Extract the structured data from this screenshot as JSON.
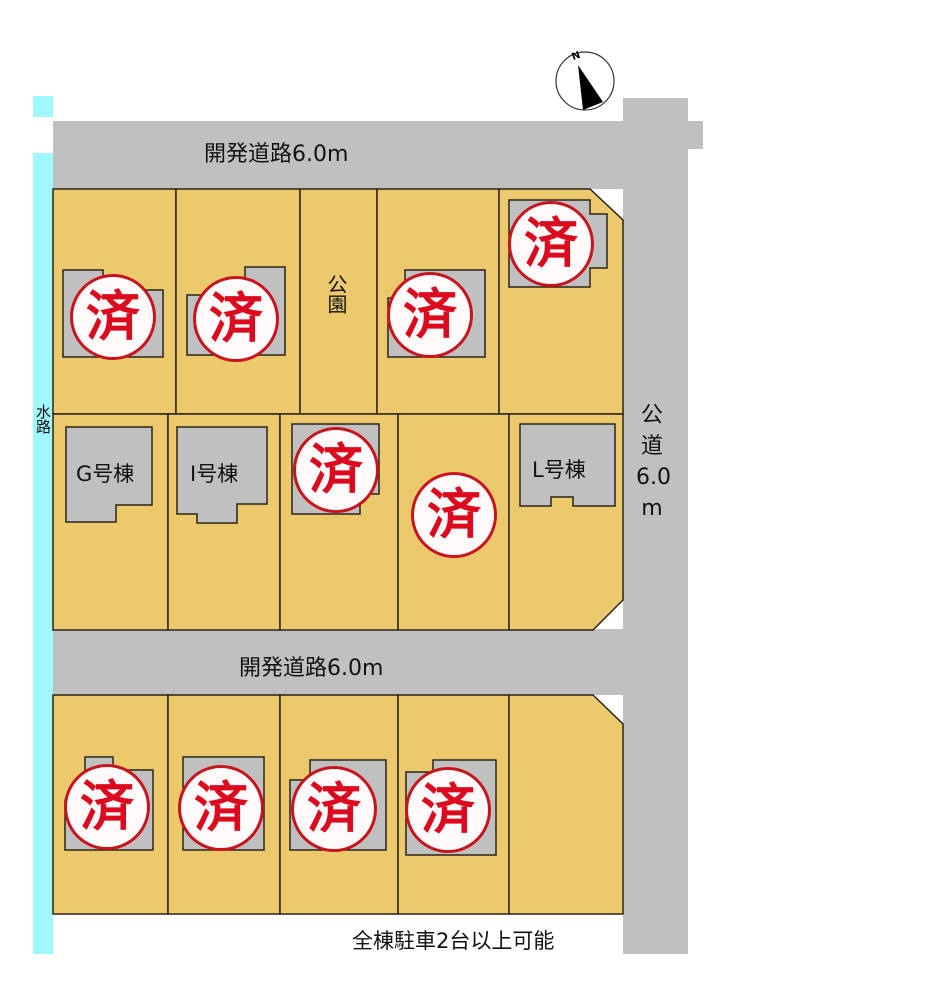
{
  "map": {
    "roads": {
      "top": "開発道路6.0m",
      "middle": "開発道路6.0m",
      "public_right": [
        "公",
        "道",
        "6.0",
        "m"
      ]
    },
    "waterway": "水路",
    "park": "公園",
    "compass": {
      "label": "N"
    },
    "footnote": "全棟駐車2台以上可能",
    "sold_mark": "済",
    "lots": [
      {
        "row": 1,
        "col": 1,
        "status": "sold",
        "mark": "済"
      },
      {
        "row": 1,
        "col": 2,
        "status": "sold",
        "mark": "済"
      },
      {
        "row": 1,
        "col": 3,
        "status": "park",
        "label": "公園"
      },
      {
        "row": 1,
        "col": 4,
        "status": "sold",
        "mark": "済"
      },
      {
        "row": 1,
        "col": 5,
        "status": "sold",
        "mark": "済"
      },
      {
        "row": 2,
        "col": 1,
        "status": "available",
        "label": "G号棟"
      },
      {
        "row": 2,
        "col": 2,
        "status": "available",
        "label": "I号棟"
      },
      {
        "row": 2,
        "col": 3,
        "status": "sold",
        "mark": "済"
      },
      {
        "row": 2,
        "col": 4,
        "status": "sold",
        "mark": "済"
      },
      {
        "row": 2,
        "col": 5,
        "status": "available",
        "label": "L号棟"
      },
      {
        "row": 3,
        "col": 1,
        "status": "sold",
        "mark": "済"
      },
      {
        "row": 3,
        "col": 2,
        "status": "sold",
        "mark": "済"
      },
      {
        "row": 3,
        "col": 3,
        "status": "sold",
        "mark": "済"
      },
      {
        "row": 3,
        "col": 4,
        "status": "sold",
        "mark": "済"
      },
      {
        "row": 3,
        "col": 5,
        "status": "empty"
      }
    ],
    "colors": {
      "lot": "#ecc96c",
      "road": "#c0c0c0",
      "water": "#a0f8fc",
      "sold_red": "#dc0a1e",
      "building": "#c0c0c0"
    }
  }
}
